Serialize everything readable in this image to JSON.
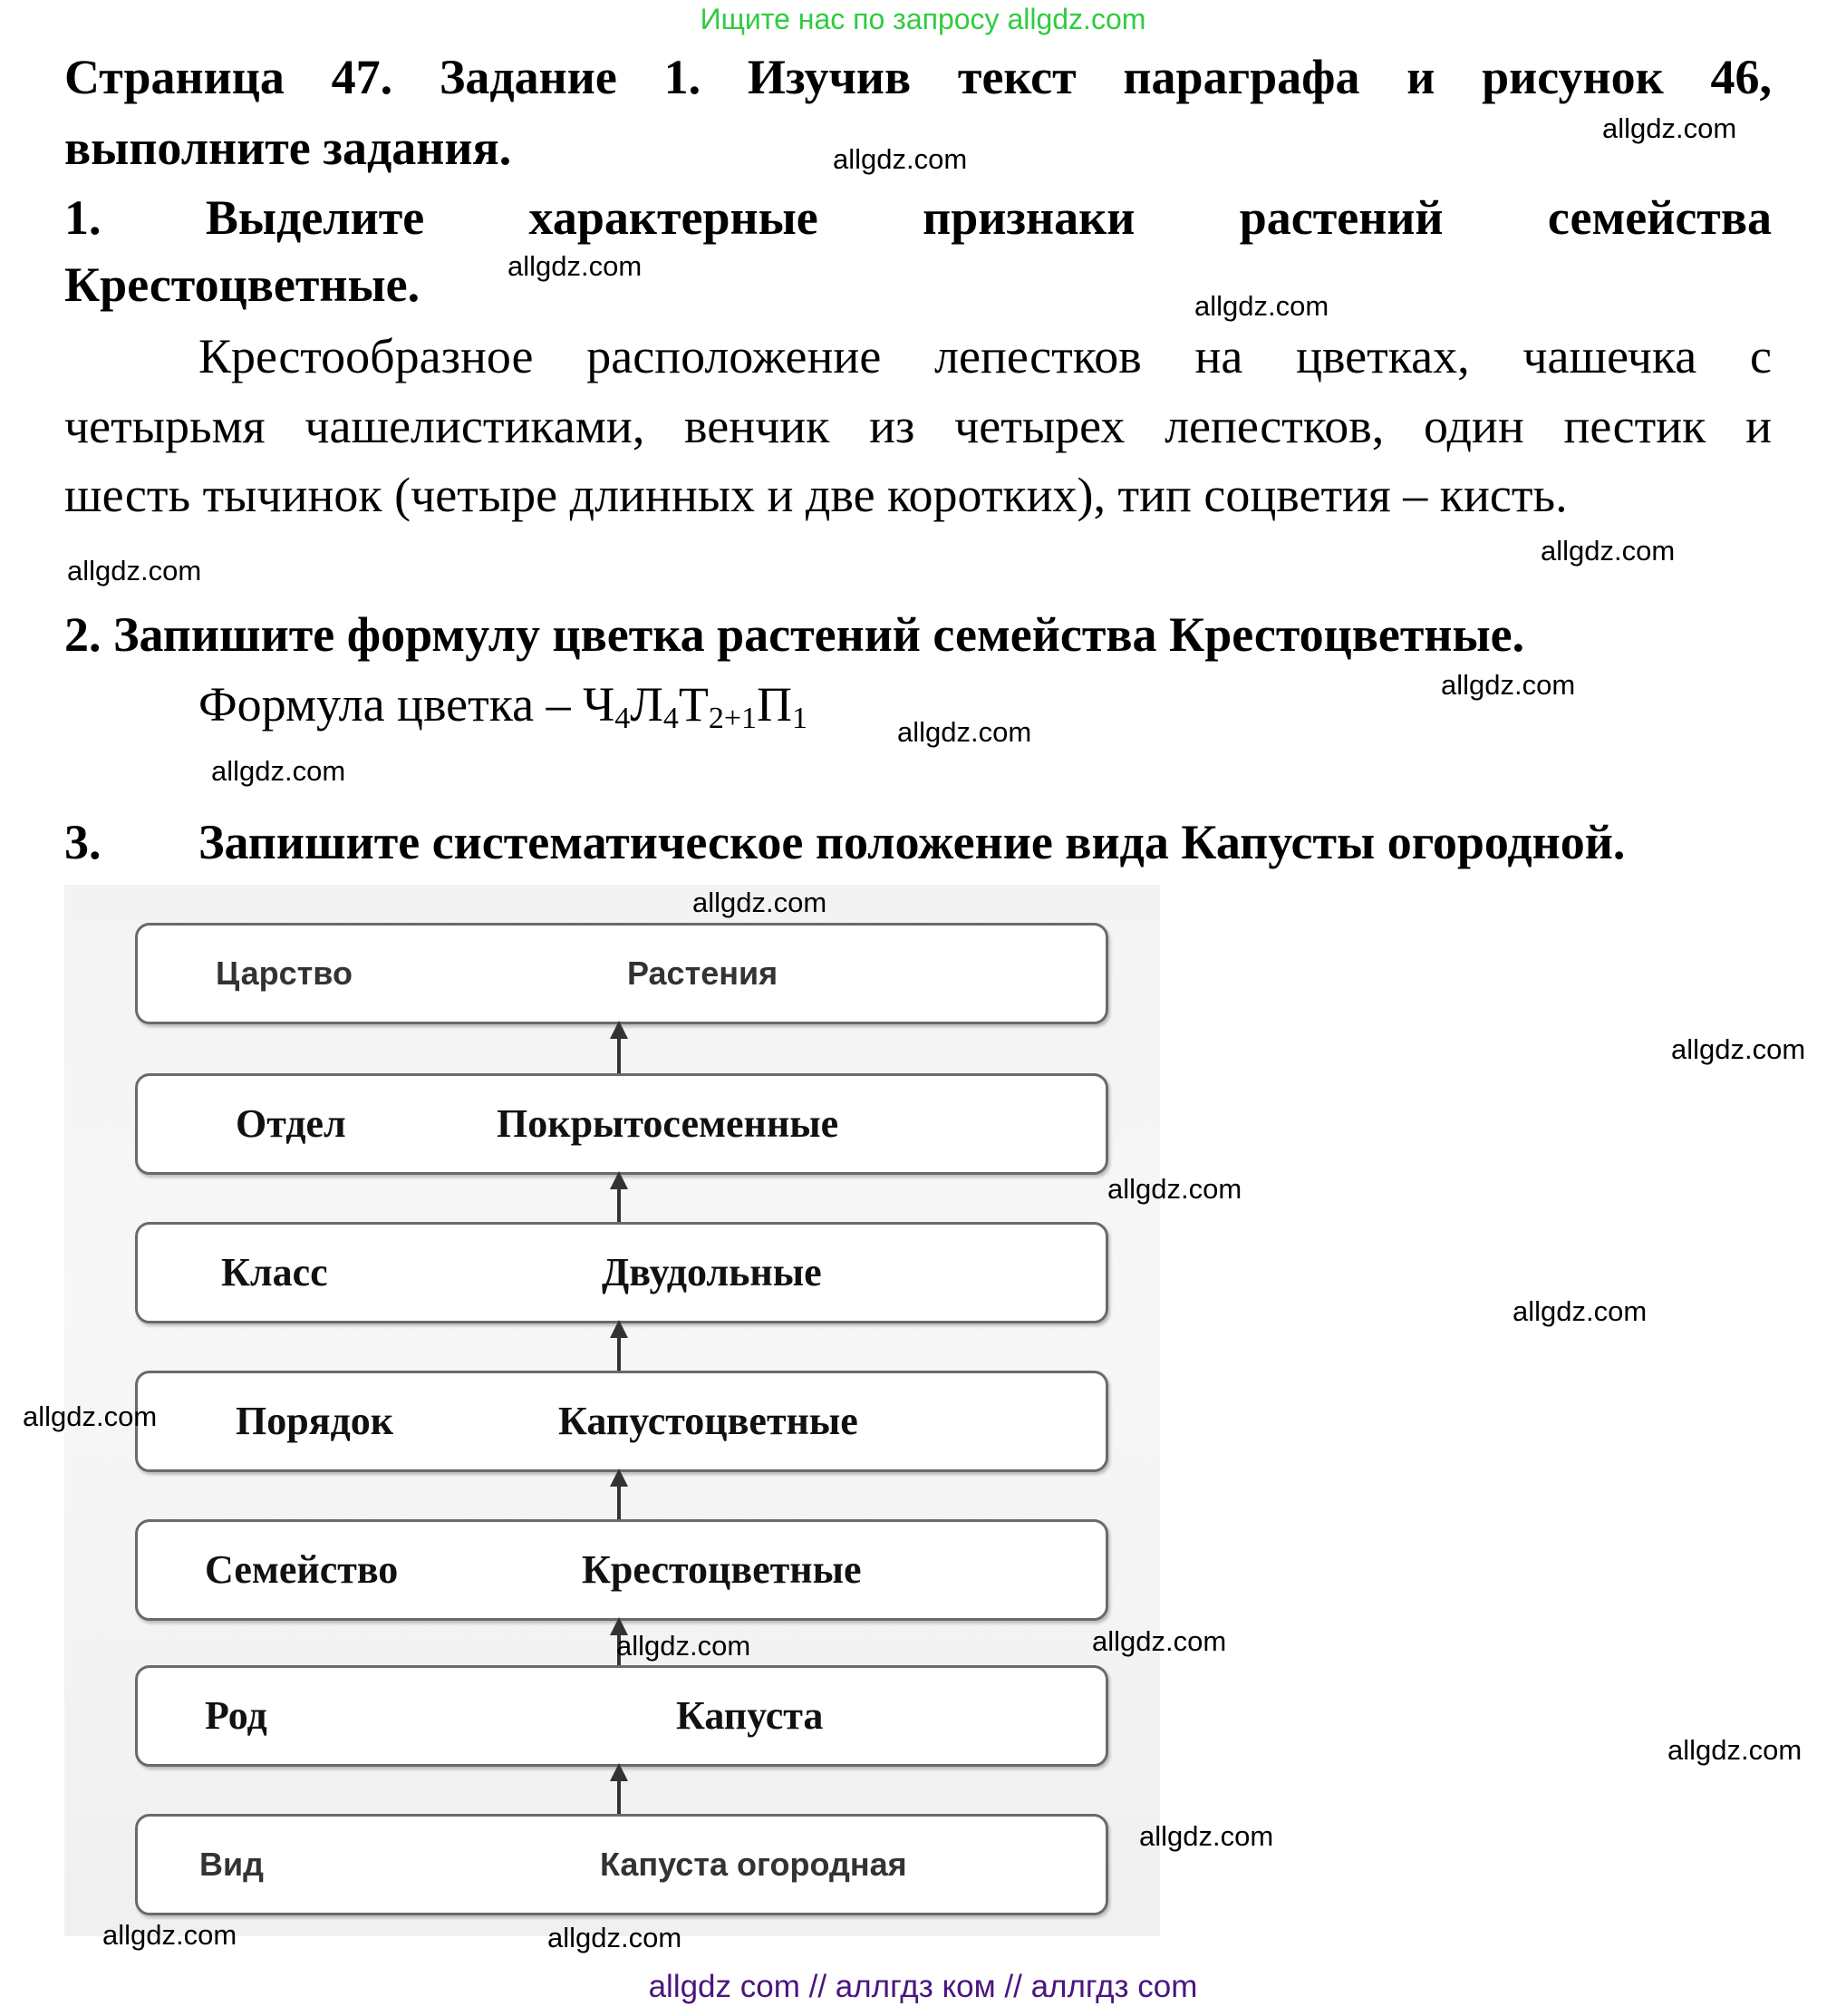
{
  "banner": "Ищите нас по запросу allgdz.com",
  "title": {
    "line1": "Страница 47. Задание 1. Изучив текст параграфа и рисунок 46,",
    "line2": "выполните задания."
  },
  "q1": {
    "line1": "1. Выделите характерные признаки растений семейства",
    "line2": "Крестоцветные."
  },
  "a1": {
    "line1": "Крестообразное расположение лепестков на цветках, чашечка с",
    "line2": "четырьмя чашелистиками, венчик из четырех лепестков, один пестик и",
    "line3": "шесть тычинок (четыре длинных и две коротких), тип соцветия – кисть."
  },
  "q2": "2. Запишите формулу цветка растений семейства Крестоцветные.",
  "a2": {
    "prefix": "Формула цветка – ",
    "parts": [
      {
        "letter": "Ч",
        "sub": "4"
      },
      {
        "letter": "Л",
        "sub": "4"
      },
      {
        "letter": "Т",
        "sub": "2+1"
      },
      {
        "letter": "П",
        "sub": "1"
      }
    ]
  },
  "q3": {
    "num": "3.",
    "text": "Запишите систематическое положение вида Капусты огородной."
  },
  "taxonomy": [
    {
      "rank": "Царство",
      "value": "Растения"
    },
    {
      "rank": "Отдел",
      "value": "Покрытосеменные"
    },
    {
      "rank": "Класс",
      "value": "Двудольные"
    },
    {
      "rank": "Порядок",
      "value": "Капустоцветные"
    },
    {
      "rank": "Семейство",
      "value": "Крестоцветные"
    },
    {
      "rank": "Род",
      "value": "Капуста"
    },
    {
      "rank": "Вид",
      "value": "Капуста огородная"
    }
  ],
  "watermark": "allgdz.com",
  "footer": "allgdz com  //  аллгдз ком  //  аллгдз com"
}
